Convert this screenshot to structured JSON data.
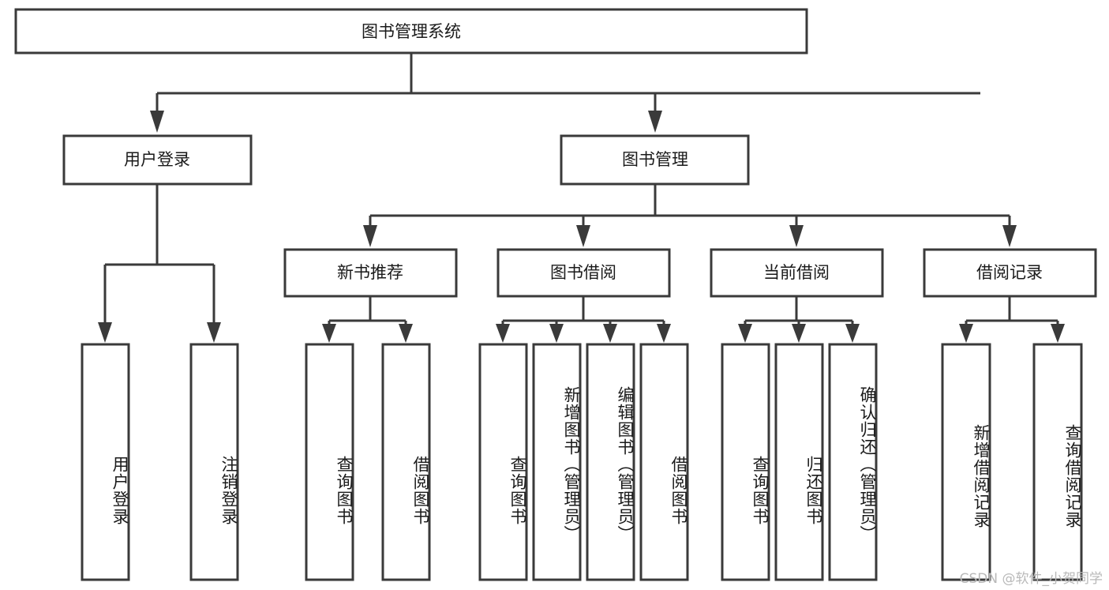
{
  "diagram": {
    "title": "图书管理系统",
    "type": "tree",
    "watermark": "CSDN @软件_小贺同学",
    "colors": {
      "stroke": "#3a3a3a",
      "box_fill": "#ffffff",
      "text": "#1a1a1a",
      "background": "#ffffff",
      "watermark": "#b9b9b9"
    },
    "root": {
      "label": "图书管理系统"
    },
    "level2": [
      {
        "id": "user-login",
        "label": "用户登录"
      },
      {
        "id": "book-management",
        "label": "图书管理"
      }
    ],
    "level3": [
      {
        "id": "new-book-recommend",
        "label": "新书推荐",
        "parent": "book-management"
      },
      {
        "id": "book-borrow",
        "label": "图书借阅",
        "parent": "book-management"
      },
      {
        "id": "current-borrow",
        "label": "当前借阅",
        "parent": "book-management"
      },
      {
        "id": "borrow-record",
        "label": "借阅记录",
        "parent": "book-management"
      }
    ],
    "leaves": [
      {
        "id": "leaf-user-login",
        "label": "用户登录",
        "parent": "user-login"
      },
      {
        "id": "leaf-user-logout",
        "label": "注销登录",
        "parent": "user-login"
      },
      {
        "id": "leaf-query-book-1",
        "label": "查询图书",
        "parent": "new-book-recommend"
      },
      {
        "id": "leaf-borrow-book-1",
        "label": "借阅图书",
        "parent": "new-book-recommend"
      },
      {
        "id": "leaf-query-book-2",
        "label": "查询图书",
        "parent": "book-borrow"
      },
      {
        "id": "leaf-add-book",
        "label": "新增图书（管理员）",
        "parent": "book-borrow"
      },
      {
        "id": "leaf-edit-book",
        "label": "编辑图书（管理员）",
        "parent": "book-borrow"
      },
      {
        "id": "leaf-borrow-book-2",
        "label": "借阅图书",
        "parent": "book-borrow"
      },
      {
        "id": "leaf-query-book-3",
        "label": "查询图书",
        "parent": "current-borrow"
      },
      {
        "id": "leaf-return-book",
        "label": "归还图书",
        "parent": "current-borrow"
      },
      {
        "id": "leaf-confirm-return",
        "label": "确认归还（管理员）",
        "parent": "current-borrow"
      },
      {
        "id": "leaf-add-record",
        "label": "新增借阅记录",
        "parent": "borrow-record"
      },
      {
        "id": "leaf-query-record",
        "label": "查询借阅记录",
        "parent": "borrow-record"
      }
    ]
  }
}
